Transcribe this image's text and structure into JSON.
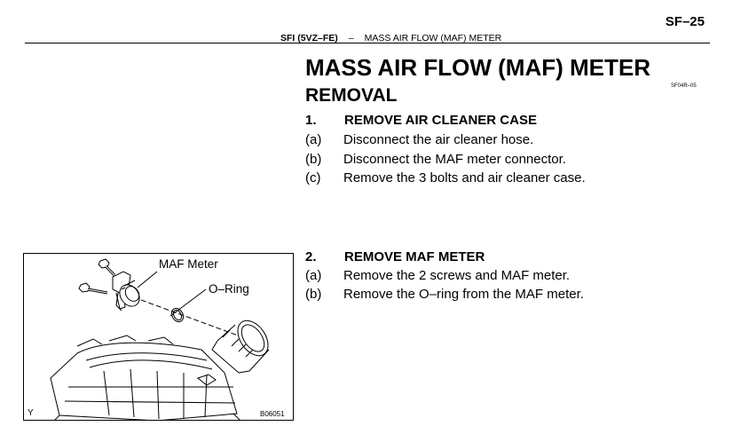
{
  "header": {
    "page_number": "SF–25",
    "section": "SFI (5VZ–FE)",
    "separator": "–",
    "topic": "MASS AIR FLOW (MAF) METER"
  },
  "title": "MASS AIR FLOW (MAF) METER",
  "doc_code": "SF04R–05",
  "section_title": "REMOVAL",
  "steps": [
    {
      "number": "1.",
      "title": "REMOVE AIR CLEANER CASE",
      "substeps": [
        {
          "label": "(a)",
          "text": "Disconnect the air cleaner hose."
        },
        {
          "label": "(b)",
          "text": "Disconnect the MAF meter connector."
        },
        {
          "label": "(c)",
          "text": "Remove the 3 bolts and air cleaner case."
        }
      ]
    },
    {
      "number": "2.",
      "title": "REMOVE MAF METER",
      "substeps": [
        {
          "label": "(a)",
          "text": "Remove the 2 screws and MAF meter."
        },
        {
          "label": "(b)",
          "text": "Remove the O–ring from the MAF meter."
        }
      ]
    }
  ],
  "figure": {
    "label_maf": "MAF Meter",
    "label_oring": "O–Ring",
    "code": "B06051",
    "corner": "Y"
  }
}
